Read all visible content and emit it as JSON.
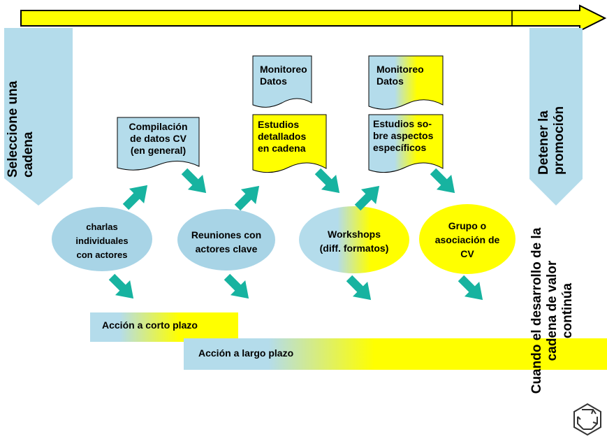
{
  "left_arrow": {
    "line1": "Seleccione una",
    "line2": "cadena"
  },
  "right_arrow": {
    "line1": "Detener la",
    "line2": "promoción"
  },
  "right_note": {
    "line1": "Cuando el desarrollo de la",
    "line2": "cadena de valor",
    "line3": "continúa"
  },
  "docs": {
    "compilation": {
      "line1": "Compilación",
      "line2": "de datos CV",
      "line3": "(en general)"
    },
    "monitor1": {
      "line1": "Monitoreo",
      "line2": "Datos"
    },
    "studies1": {
      "line1": "Estudios",
      "line2": "detallados",
      "line3": "en cadena"
    },
    "monitor2": {
      "line1": "Monitoreo",
      "line2": "Datos"
    },
    "studies2": {
      "line1": "Estudios so-",
      "line2": "bre aspectos",
      "line3": "específicos"
    }
  },
  "ellipses": {
    "e1": {
      "line1": "charlas",
      "line2": "individuales",
      "line3": "con actores"
    },
    "e2": {
      "line1": "Reuniones con",
      "line2": "actores clave"
    },
    "e3": {
      "line1": "Workshops",
      "line2": "(diff. formatos)"
    },
    "e4": {
      "line1": "Grupo o",
      "line2": "asociación de",
      "line3": "CV"
    }
  },
  "bars": {
    "short": "Acción a corto plazo",
    "long": "Acción a largo plazo"
  },
  "colors": {
    "blue": "#b4dceb",
    "yellow": "#ffff00",
    "ellipse_blue": "#a8d4e6"
  },
  "icons": {
    "corner_logo": "recycle-arrows-icon"
  }
}
